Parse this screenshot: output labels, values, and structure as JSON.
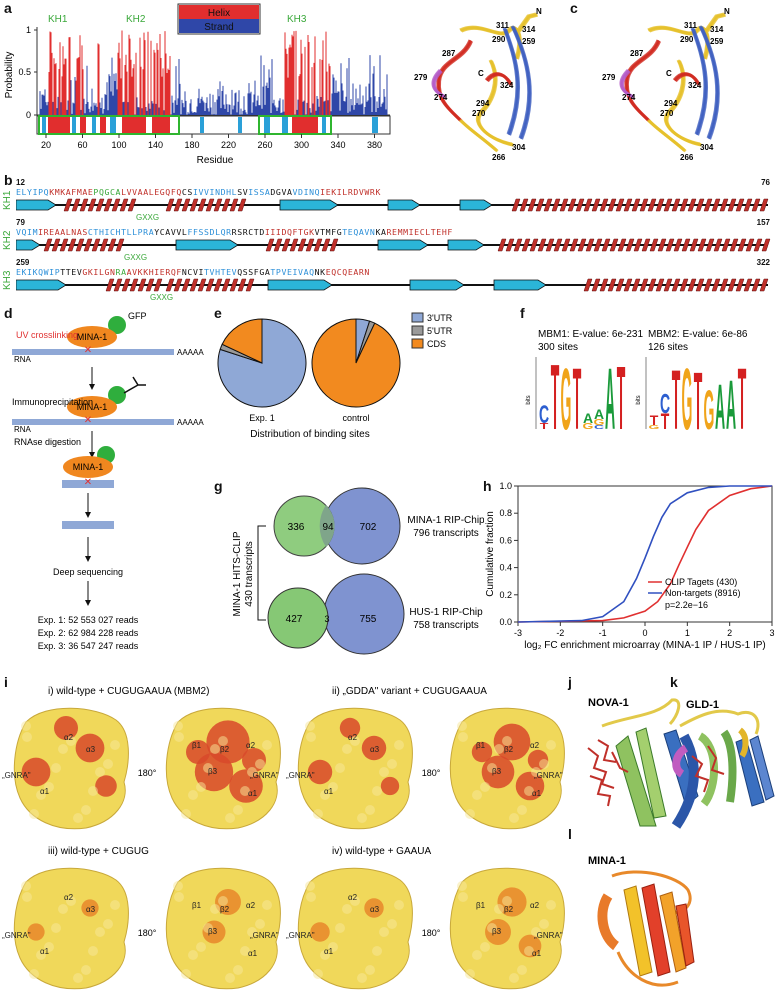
{
  "panels": {
    "a": "a",
    "b": "b",
    "c": "c",
    "d": "d",
    "e": "e",
    "f": "f",
    "g": "g",
    "h": "h",
    "i": "i",
    "j": "j",
    "k": "k",
    "l": "l"
  },
  "panel_a": {
    "legend_helix": "Helix",
    "legend_strand": "Strand",
    "ylabel": "Probability",
    "xlabel": "Residue",
    "domains": [
      "KH1",
      "KH2",
      "KH3"
    ],
    "yticks": [
      "1",
      "0.5",
      "0"
    ],
    "xticks": [
      "20",
      "60",
      "100",
      "140",
      "180",
      "220",
      "260",
      "300",
      "340",
      "380"
    ]
  },
  "panel_c": {
    "labels": [
      "287",
      "311",
      "290",
      "314",
      "259",
      "N",
      "279",
      "C",
      "324",
      "274",
      "294",
      "270",
      "304",
      "266"
    ]
  },
  "panel_b": {
    "rows": [
      {
        "label": "KH1",
        "start": "12",
        "end": "76",
        "seq": "ELYIPQKMKAFMAEPQGCALVVAALEGQFQCSIVVINDHLSVISSADGVAVDINQIEKILRDVWRK",
        "motif": "GXXG"
      },
      {
        "label": "KH2",
        "start": "79",
        "end": "157",
        "seq": "VQIMIREAALNASCTHICHTLLPRAYCAVVLFFSSDLQRRSRCTDIIIDQFTGKVTMFGTEQAVNKAREMMIECLTEHF",
        "motif": "GXXG"
      },
      {
        "label": "KH3",
        "start": "259",
        "end": "322",
        "seq": "EKIKQWIPTTEVGKILGNRAAVKKHIERQFNCVITVHTEVQSSFGATPVEIVAQNKEQCQEARN",
        "motif": "GXXG"
      }
    ]
  },
  "panel_d": {
    "gfp": "GFP",
    "uv": "UV crosslinking",
    "protein": "MINA-1",
    "rna": "RNA",
    "polyA": "AAAAA",
    "ip": "Immunoprecipitation",
    "rnase": "RNAse digestion",
    "seq": "Deep sequencing",
    "reads": [
      "Exp. 1: 52 553 027 reads",
      "Exp. 2: 62 984 228 reads",
      "Exp. 3: 36 547 247 reads"
    ]
  },
  "panel_e": {
    "legend": [
      "3'UTR",
      "5'UTR",
      "CDS"
    ],
    "pie_labels": [
      "Exp. 1",
      "control"
    ],
    "caption": "Distribution of binding sites",
    "colors": {
      "utr3": "#8fa8d6",
      "utr5": "#9a9a9a",
      "cds": "#f28a1f"
    }
  },
  "panel_f": {
    "mbm1_title": "MBM1: E-value: 6e-231",
    "mbm1_sites": "300 sites",
    "mbm2_title": "MBM2: E-value: 6e-86",
    "mbm2_sites": "126 sites",
    "ylabel": "bits"
  },
  "panel_g": {
    "side_label": "MINA-1 HITS-CLIP",
    "side_label2": "430 transcripts",
    "venn1": {
      "left": "336",
      "mid": "94",
      "right": "702",
      "title": "MINA-1 RIP-Chip",
      "sub": "796 transcripts"
    },
    "venn2": {
      "left": "427",
      "mid": "3",
      "right": "755",
      "title": "HUS-1 RIP-Chip",
      "sub": "758 transcripts"
    }
  },
  "panel_h": {
    "ylabel": "Cumulative fraction",
    "xlabel": "log₂ FC enrichment microarray (MINA-1 IP / HUS-1 IP)",
    "yticks": [
      "0.0",
      "0.2",
      "0.4",
      "0.6",
      "0.8",
      "1.0"
    ],
    "xticks": [
      "-3",
      "-2",
      "-1",
      "0",
      "1",
      "2",
      "3"
    ],
    "legend": [
      "CLIP Tagets (430)",
      "Non-targets (8916)"
    ],
    "pvalue": "p=2.2e−16"
  },
  "panel_i": {
    "titles": [
      "i) wild-type + CUGUGAAUA (MBM2)",
      "ii) „GDDA\" variant + CUGUGAAUA",
      "iii) wild-type + CUGUG",
      "iv) wild-type + GAAUA"
    ],
    "rot": "180°",
    "labels": [
      "α2",
      "α3",
      "„GNRA\"",
      "α1",
      "β1",
      "β2",
      "β3"
    ]
  },
  "panel_j": {
    "title": "NOVA-1"
  },
  "panel_k": {
    "title": "GLD-1"
  },
  "panel_l": {
    "title": "MINA-1"
  },
  "chart_data": [
    {
      "type": "line",
      "title": "",
      "xlabel": "log₂ FC enrichment microarray (MINA-1 IP / HUS-1 IP)",
      "ylabel": "Cumulative fraction",
      "xlim": [
        -3,
        3
      ],
      "ylim": [
        0,
        1
      ],
      "series": [
        {
          "name": "CLIP Tagets (430)",
          "color": "#e03030",
          "x": [
            -3,
            -1,
            -0.5,
            0,
            0.3,
            0.6,
            0.8,
            1.0,
            1.2,
            1.5,
            2.0,
            2.5,
            3
          ],
          "y": [
            0,
            0.01,
            0.03,
            0.08,
            0.15,
            0.28,
            0.42,
            0.55,
            0.68,
            0.82,
            0.93,
            0.98,
            1.0
          ]
        },
        {
          "name": "Non-targets (8916)",
          "color": "#3050c0",
          "x": [
            -3,
            -1.5,
            -1,
            -0.5,
            -0.2,
            0,
            0.2,
            0.4,
            0.6,
            1.0,
            1.5,
            2.0,
            3
          ],
          "y": [
            0,
            0.01,
            0.04,
            0.15,
            0.32,
            0.47,
            0.63,
            0.77,
            0.87,
            0.95,
            0.99,
            1.0,
            1.0
          ]
        }
      ]
    }
  ]
}
